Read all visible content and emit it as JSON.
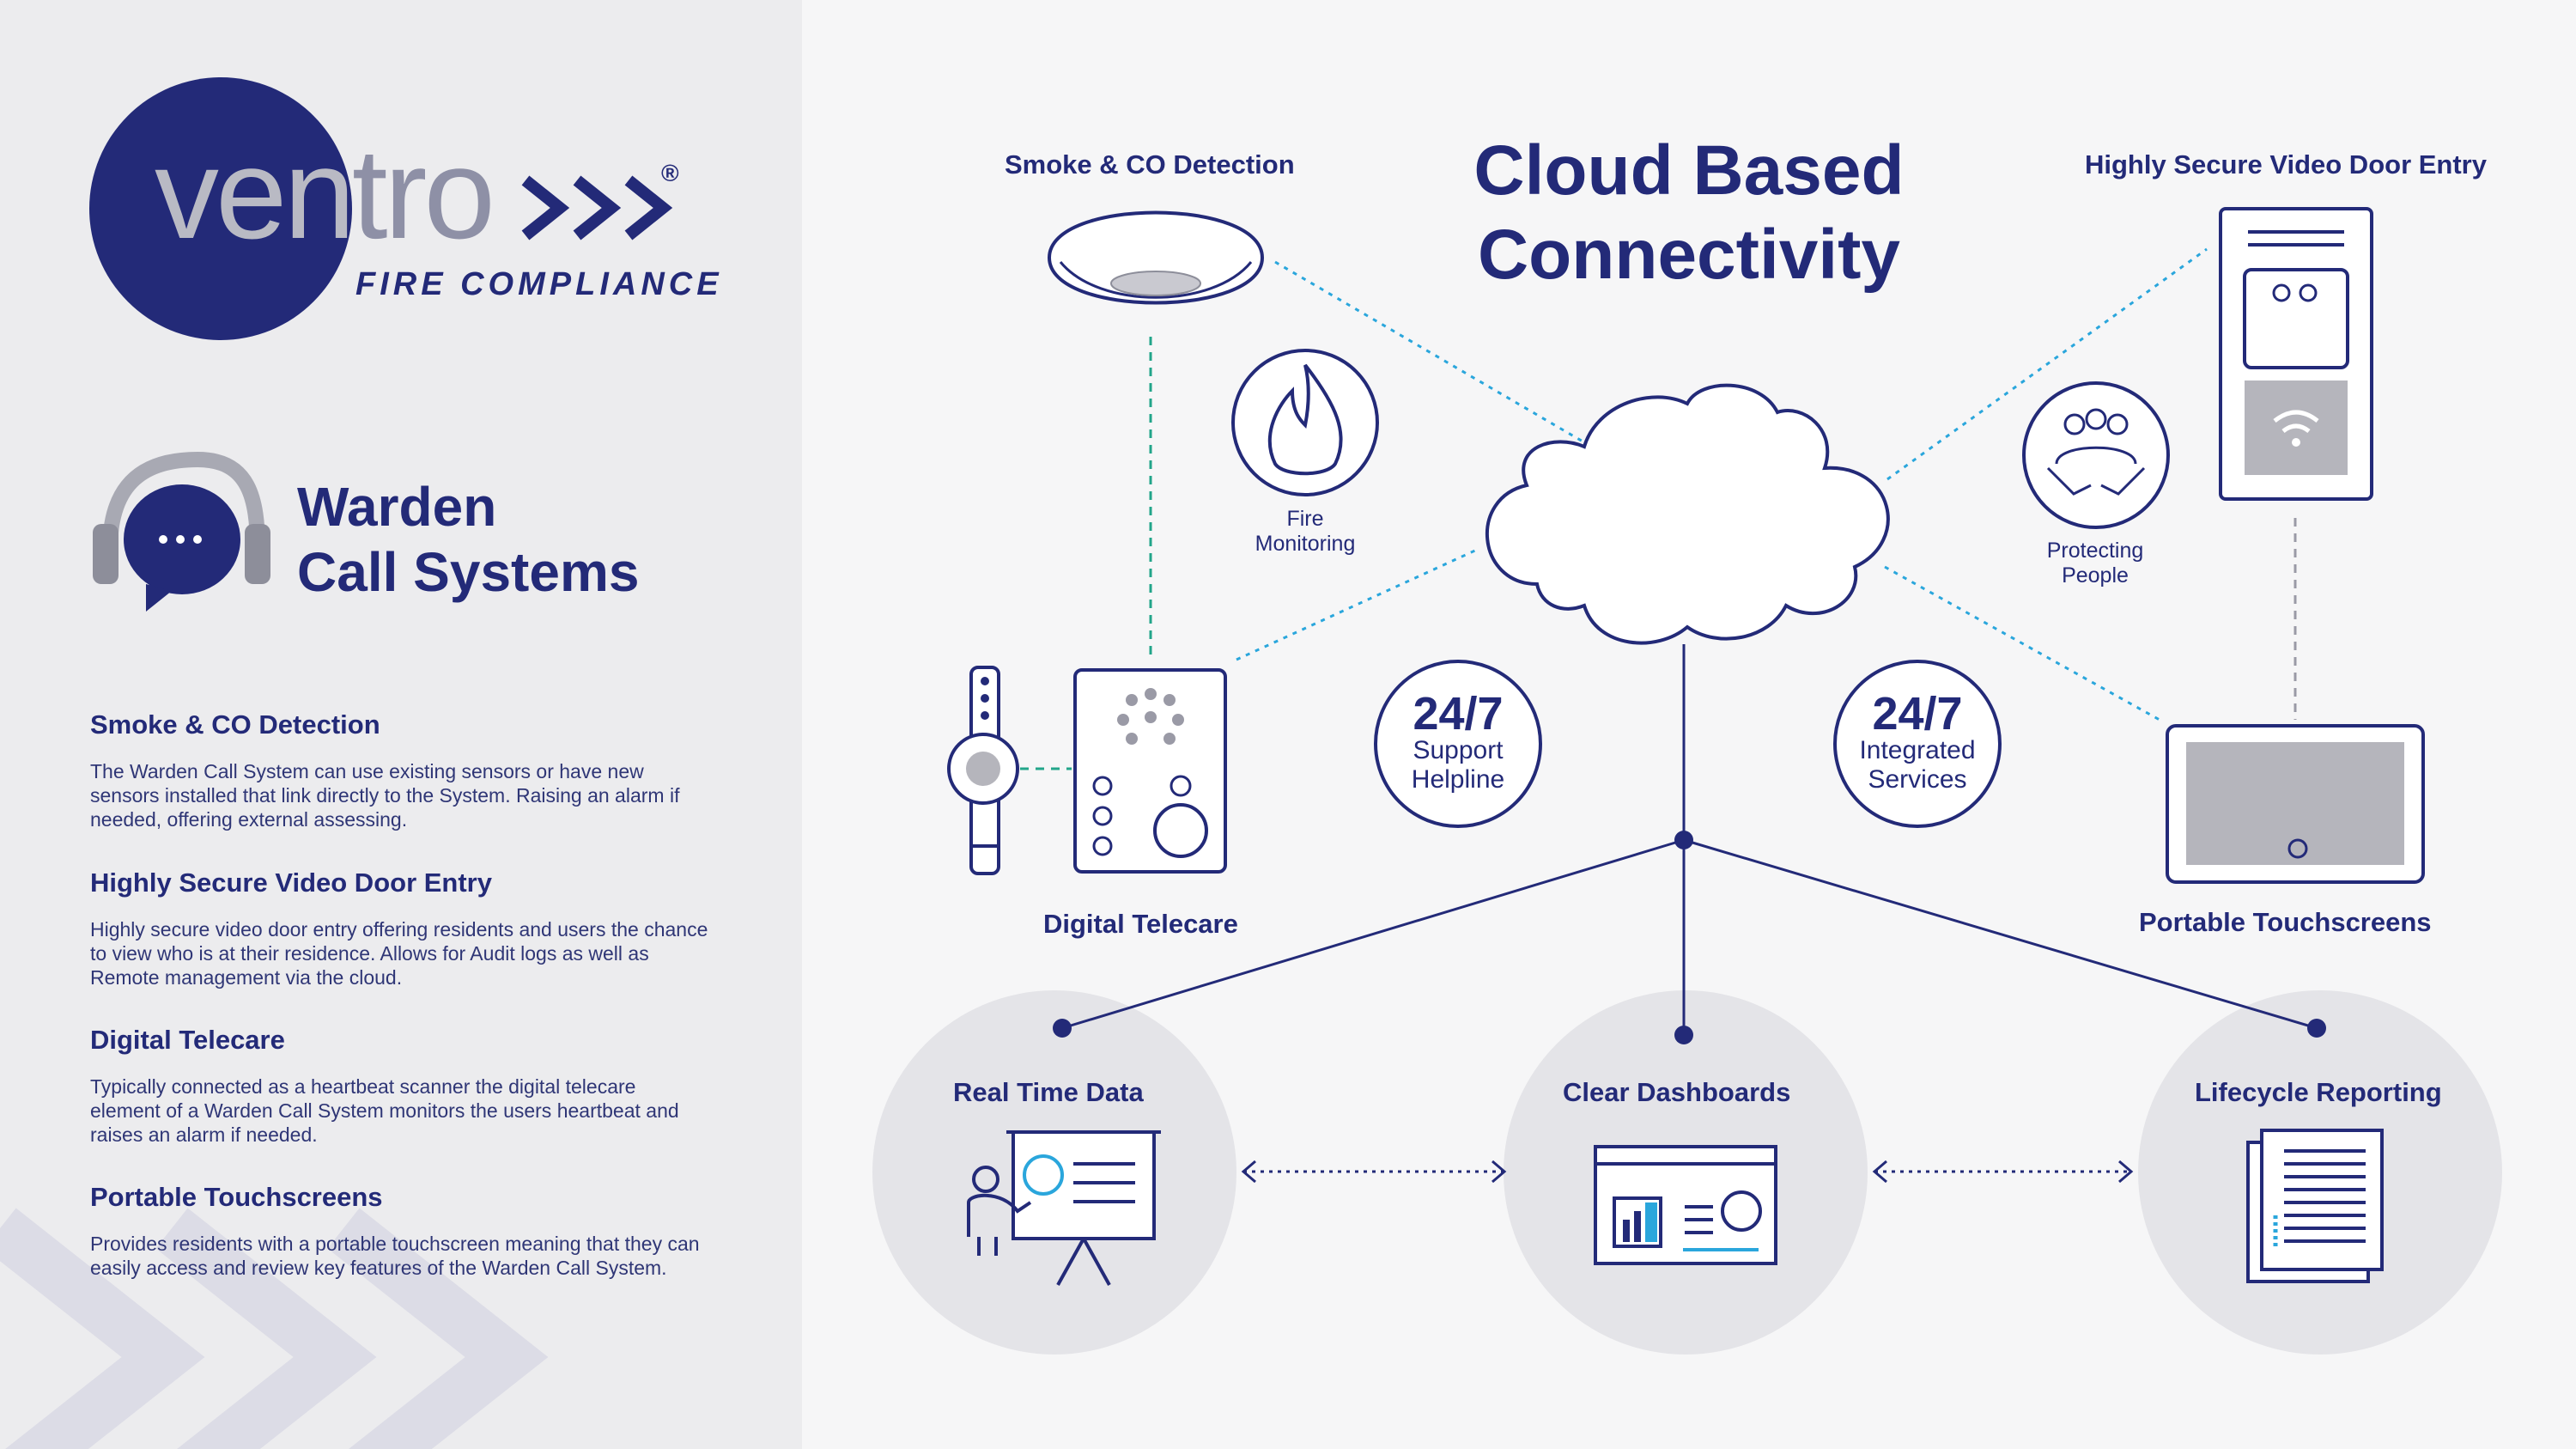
{
  "logo": {
    "word_a": "ven",
    "word_b": "tro",
    "subtitle": "FIRE COMPLIANCE",
    "registered": "®"
  },
  "section_title_line1": "Warden",
  "section_title_line2": "Call Systems",
  "features": [
    {
      "title": "Smoke & CO Detection",
      "body": "The Warden Call System can use existing sensors or have new sensors installed that link directly to the System. Raising an alarm if needed, offering external assessing."
    },
    {
      "title": "Highly Secure Video Door Entry",
      "body": "Highly secure video door entry offering residents and users the chance to view who is at their residence. Allows for Audit logs as well as Remote management via the cloud."
    },
    {
      "title": "Digital Telecare",
      "body": "Typically connected as a heartbeat scanner the digital telecare element of a Warden Call System monitors the users heartbeat and raises an alarm if needed."
    },
    {
      "title": "Portable Touchscreens",
      "body": "Provides residents with a portable touchscreen meaning that they can easily access and review key features of the Warden Call System."
    }
  ],
  "diagram": {
    "title_line1": "Cloud Based",
    "title_line2": "Connectivity",
    "smoke_label": "Smoke & CO Detection",
    "door_label": "Highly Secure Video Door Entry",
    "telecare_label": "Digital Telecare",
    "touch_label": "Portable Touchscreens",
    "fire_line1": "Fire",
    "fire_line2": "Monitoring",
    "protect_line1": "Protecting",
    "protect_line2": "People",
    "badge1_num": "24/7",
    "badge1_line1": "Support",
    "badge1_line2": "Helpline",
    "badge2_num": "24/7",
    "badge2_line1": "Integrated",
    "badge2_line2": "Services",
    "bottom1": "Real Time Data",
    "bottom2": "Clear Dashboards",
    "bottom3": "Lifecycle Reporting"
  },
  "colors": {
    "navy": "#232a78",
    "accent_blue": "#2aa6dc",
    "teal": "#22a58a",
    "grey_circle": "#e4e4e8"
  },
  "icons": [
    "headset-chat-icon",
    "smoke-detector-icon",
    "flame-icon",
    "cloud-icon",
    "people-hands-icon",
    "door-entry-panel-icon",
    "watch-icon",
    "telecare-unit-icon",
    "tablet-icon",
    "presenter-icon",
    "dashboard-icon",
    "report-document-icon"
  ]
}
